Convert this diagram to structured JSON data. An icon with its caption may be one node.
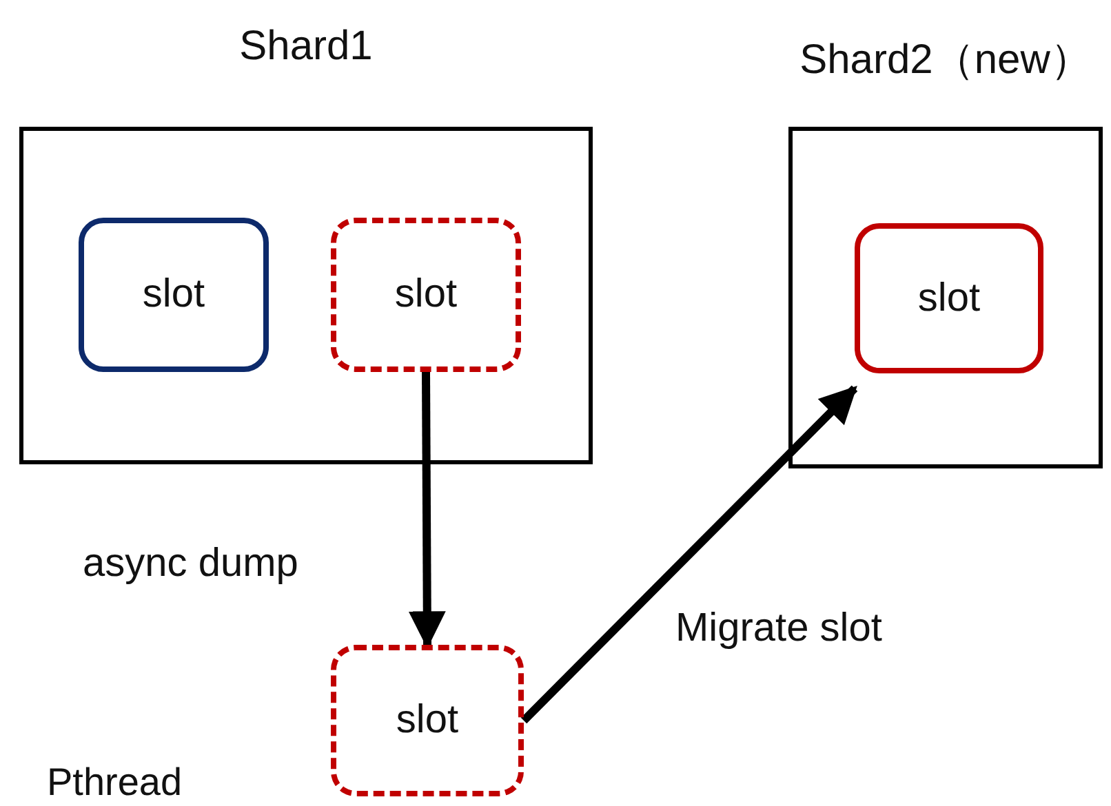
{
  "diagram": {
    "nodes": [
      {
        "text": [
          "Shard1"
        ]
      },
      {
        "text": [
          "slot"
        ],
        "in": 0
      },
      {
        "text": [
          "slot"
        ],
        "in": 0
      },
      {
        "text": [
          "Shard2（new）"
        ]
      },
      {
        "text": [
          "slot"
        ],
        "in": 3
      },
      {
        "text": [
          "slot"
        ],
        "beside": [
          "Pthread"
        ]
      }
    ],
    "edges": [
      {
        "from": 2,
        "to": 5,
        "arrow": "to",
        "label": "async dump"
      },
      {
        "from": 5,
        "to": 4,
        "arrow": "to",
        "label": "Migrate slot"
      }
    ]
  }
}
